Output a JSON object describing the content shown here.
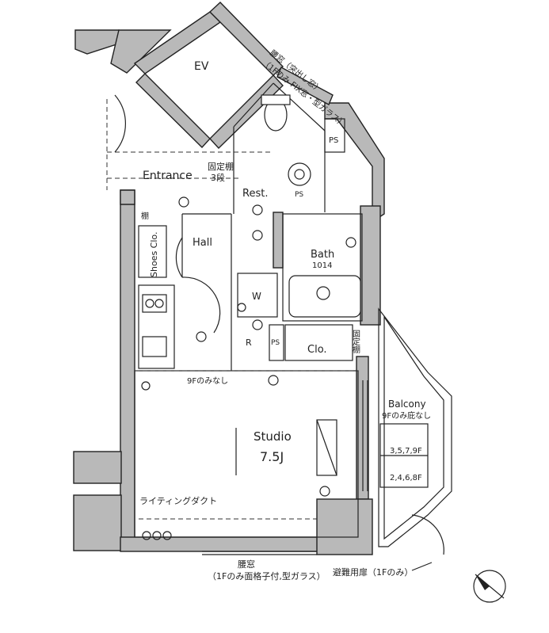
{
  "rooms": {
    "ev": "EV",
    "entrance": "Entrance",
    "rest": "Rest.",
    "hall": "Hall",
    "shoes": "Shoes Clo.",
    "bath": "Bath",
    "bath_size": "1014",
    "w": "W",
    "r": "R",
    "ps_right": "PS",
    "ps_inner": "PS",
    "clo": "Clo.",
    "studio": "Studio",
    "studio_size": "7.5J",
    "balcony": "Balcony",
    "ps_top": "PS"
  },
  "notes": {
    "window_top_1": "腰窓（突出し窓）",
    "window_top_2": "（1Fのみ FIX窓・型ガラス）",
    "fixed_shelf_1": "固定棚",
    "fixed_shelf_2": "3段",
    "shelf_left": "棚",
    "fixed_shelf_right": "固定棚",
    "floor9_none": "9Fのみなし",
    "balcony_note": "9Fのみ庇なし",
    "floors_a": "3,5,7,9F",
    "floors_b": "2,4,6,8F",
    "lighting_duct": "ライティングダクト",
    "window_bottom_1": "腰窓",
    "window_bottom_2": "（1Fのみ面格子付,型ガラス）",
    "evac_door": "避難用扉（1Fのみ）"
  }
}
